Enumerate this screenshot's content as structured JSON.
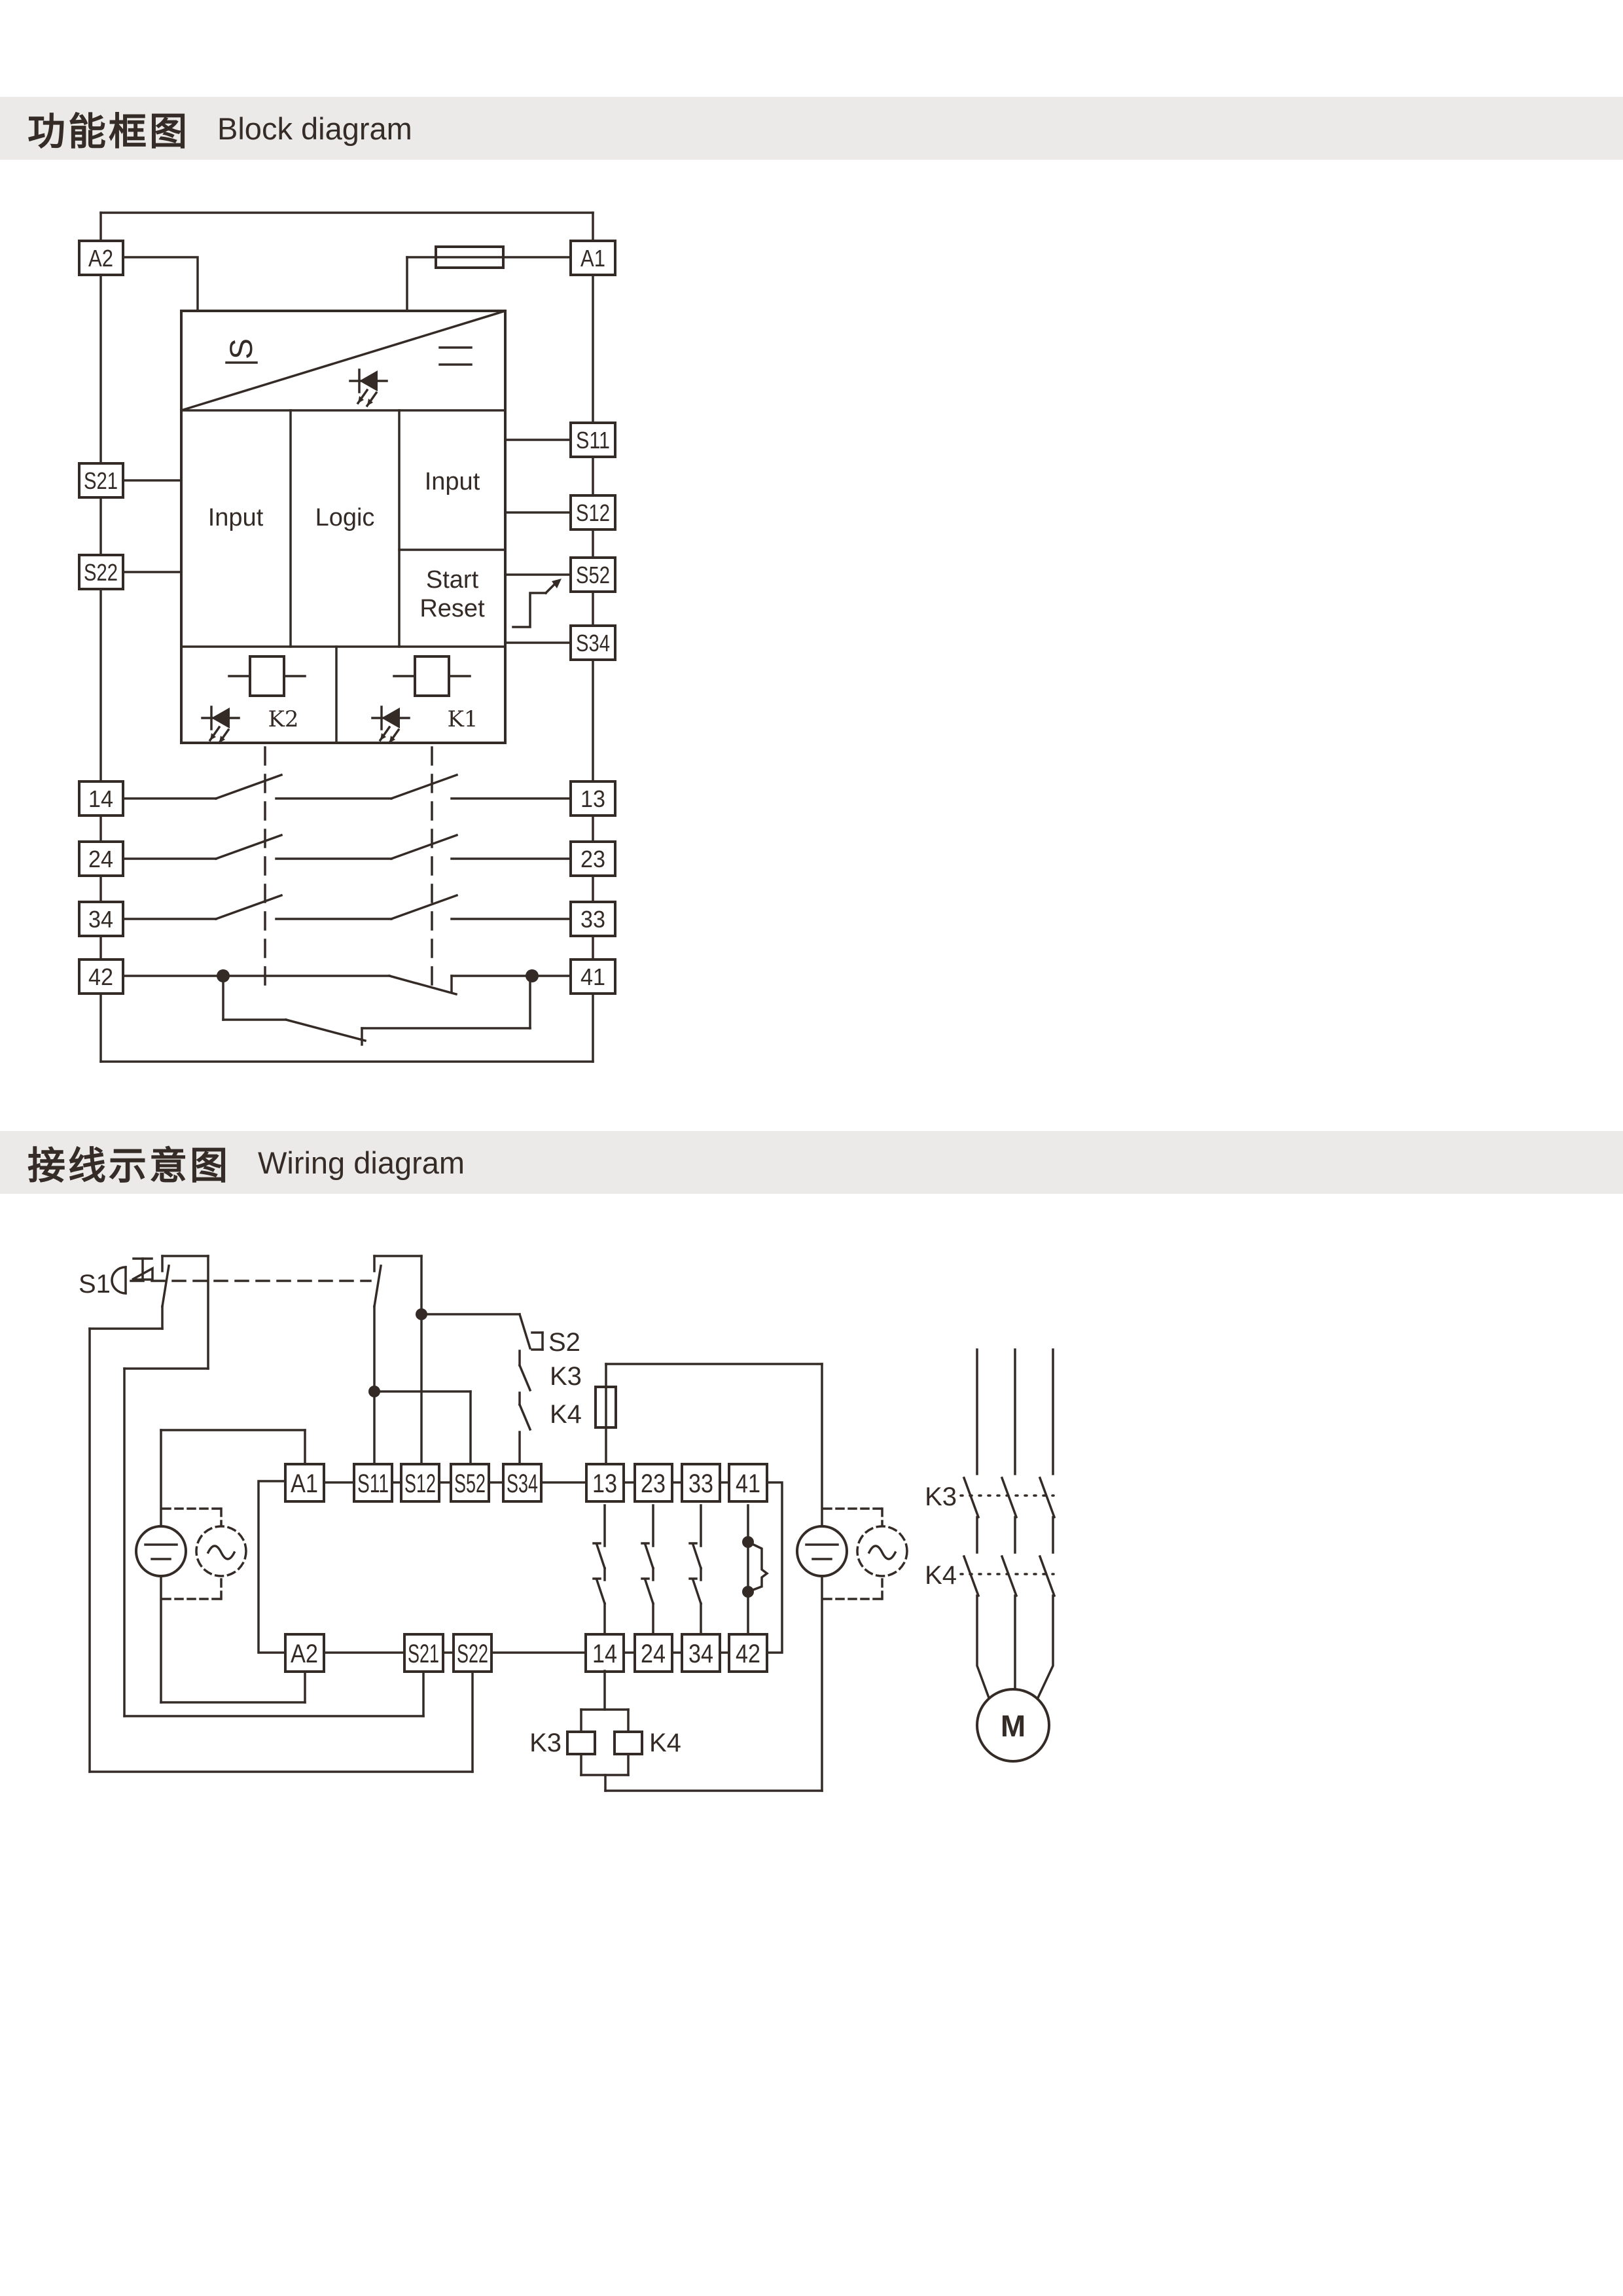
{
  "page": {
    "bg": "#ffffff",
    "ink": "#342b26",
    "band_bg": "#ebeae8"
  },
  "sections": {
    "block": {
      "title_zh": "功能框图",
      "title_en": "Block diagram"
    },
    "wiring": {
      "title_zh": "接线示意图",
      "title_en": "Wiring diagram"
    }
  },
  "block_diagram": {
    "terminals": {
      "a2": "A2",
      "s21": "S21",
      "s22": "S22",
      "t14": "14",
      "t24": "24",
      "t34": "34",
      "t42": "42",
      "a1": "A1",
      "s11": "S11",
      "s12": "S12",
      "s52": "S52",
      "s34": "S34",
      "t13": "13",
      "t23": "23",
      "t33": "33",
      "t41": "41"
    },
    "blocks": {
      "power": "S",
      "input1": "Input",
      "logic": "Logic",
      "input2": "Input",
      "start": "Start",
      "reset": "Reset"
    },
    "relays": {
      "k2": "K2",
      "k1": "K1"
    }
  },
  "wiring_diagram": {
    "devices": {
      "s1": "S1",
      "s2": "S2",
      "k3_no": "K3",
      "k4_no": "K4",
      "k3_contactor": "K3",
      "k4_contactor": "K4",
      "k3_coil": "K3",
      "k4_coil": "K4",
      "motor": "M"
    },
    "terminals_top": {
      "a1": "A1",
      "s11": "S11",
      "s12": "S12",
      "s52": "S52",
      "s34": "S34",
      "t13": "13",
      "t23": "23",
      "t33": "33",
      "t41": "41"
    },
    "terminals_bottom": {
      "a2": "A2",
      "s21": "S21",
      "s22": "S22",
      "t14": "14",
      "t24": "24",
      "t34": "34",
      "t42": "42"
    }
  }
}
